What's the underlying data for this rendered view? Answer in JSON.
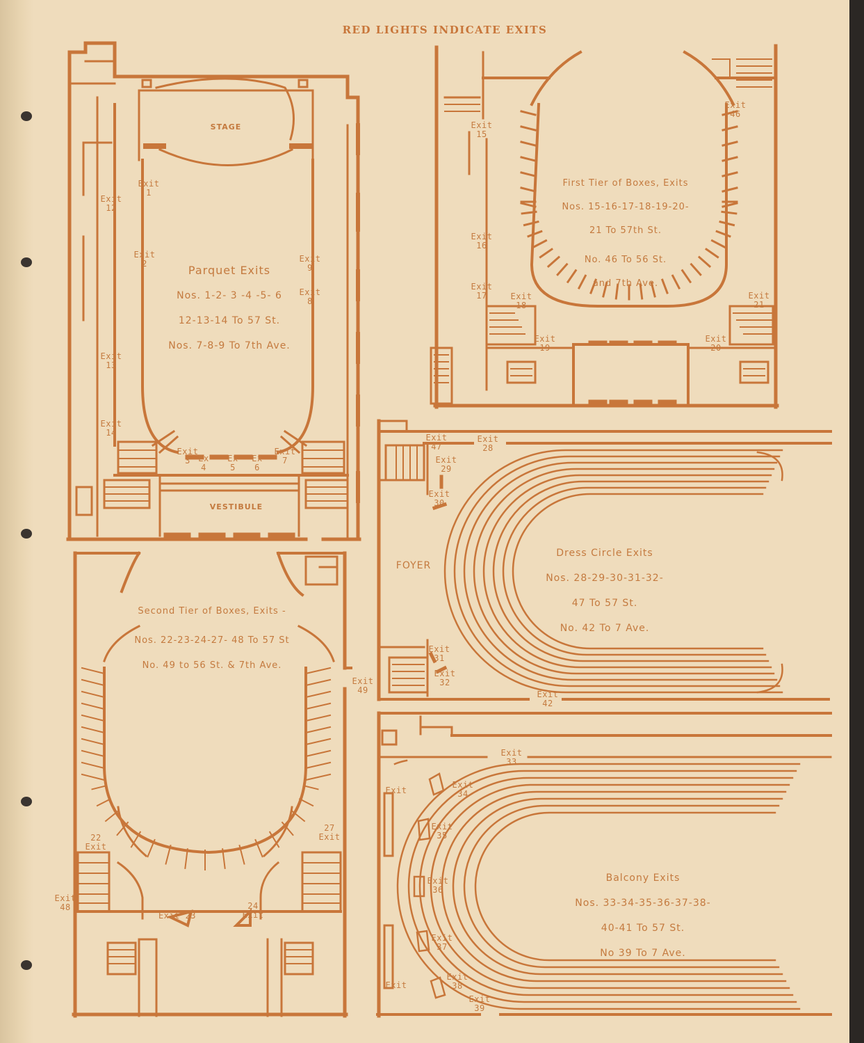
{
  "header": {
    "title": "RED LIGHTS INDICATE EXITS"
  },
  "rooms": {
    "stage": "STAGE",
    "vestibule": "VESTIBULE",
    "foyer": "FOYER"
  },
  "sections": {
    "parquet": {
      "title": "Parquet Exits",
      "line1": "Nos. 1-2- 3 -4 -5- 6",
      "line2": "12-13-14  To  57 St.",
      "line3": "Nos. 7-8-9  To  7th Ave."
    },
    "first_tier": {
      "title": "First Tier of Boxes, Exits",
      "line1": "Nos. 15-16-17-18-19-20-",
      "line2": "21  To  57th St.",
      "line3": "No.  46  To  56 St.",
      "line4": "and  7th Ave."
    },
    "second_tier": {
      "title": "Second Tier of Boxes, Exits -",
      "line1": "Nos. 22-23-24-27- 48  To  57 St",
      "line2": "No.  49  to  56 St. & 7th Ave."
    },
    "dress_circle": {
      "title": "Dress Circle Exits",
      "line1": "Nos. 28-29-30-31-32-",
      "line2": "47  To  57 St.",
      "line3": "No. 42  To  7 Ave."
    },
    "balcony": {
      "title": "Balcony Exits",
      "line1": "Nos. 33-34-35-36-37-38-",
      "line2": "40-41  To  57 St.",
      "line3": "No  39  To  7 Ave."
    }
  },
  "exits": {
    "e1": "Exit\n1",
    "e2": "Exit\n2",
    "e9": "Exit\n9",
    "e8": "Exit\n8",
    "e12": "Exit\n12",
    "e13": "Exit\n13",
    "e14": "Exit\n14",
    "e3": "Exit\n3",
    "e4": "Ex\n4",
    "e5": "Ex\n5",
    "e6": "Ex\n6",
    "e7": "Exit\n7",
    "e15": "Exit\n15",
    "e16": "Exit\n16",
    "e17": "Exit\n17",
    "e18": "Exit\n18",
    "e19": "Exit\n19",
    "e20": "Exit\n20",
    "e21": "Exit 21",
    "e46": "Exit\n46",
    "e22": "22\nExit",
    "e23": "Exit 23",
    "e24": "24\nExit",
    "e27": "27\nExit",
    "e48": "Exit\n48",
    "e49": "Exit\n49",
    "e47": "Exit\n47",
    "e28": "Exit\n28",
    "e29": "Exit\n29",
    "e30": "Exit\n30",
    "e31": "Exit\n31",
    "e32": "Exit\n32",
    "e42": "Exit\n42",
    "e33": "Exit\n33",
    "e34": "Exit\n34",
    "e35": "Exit\n35",
    "e36": "Exit\n36",
    "e37": "Exit\n37",
    "e38": "Exit\n38",
    "e39": "Exit\n39",
    "eb1": "Exit",
    "eb2": "Exit"
  },
  "colors": {
    "paper": "#efdcbc",
    "ink": "#c8763a",
    "background": "#2b2724"
  }
}
